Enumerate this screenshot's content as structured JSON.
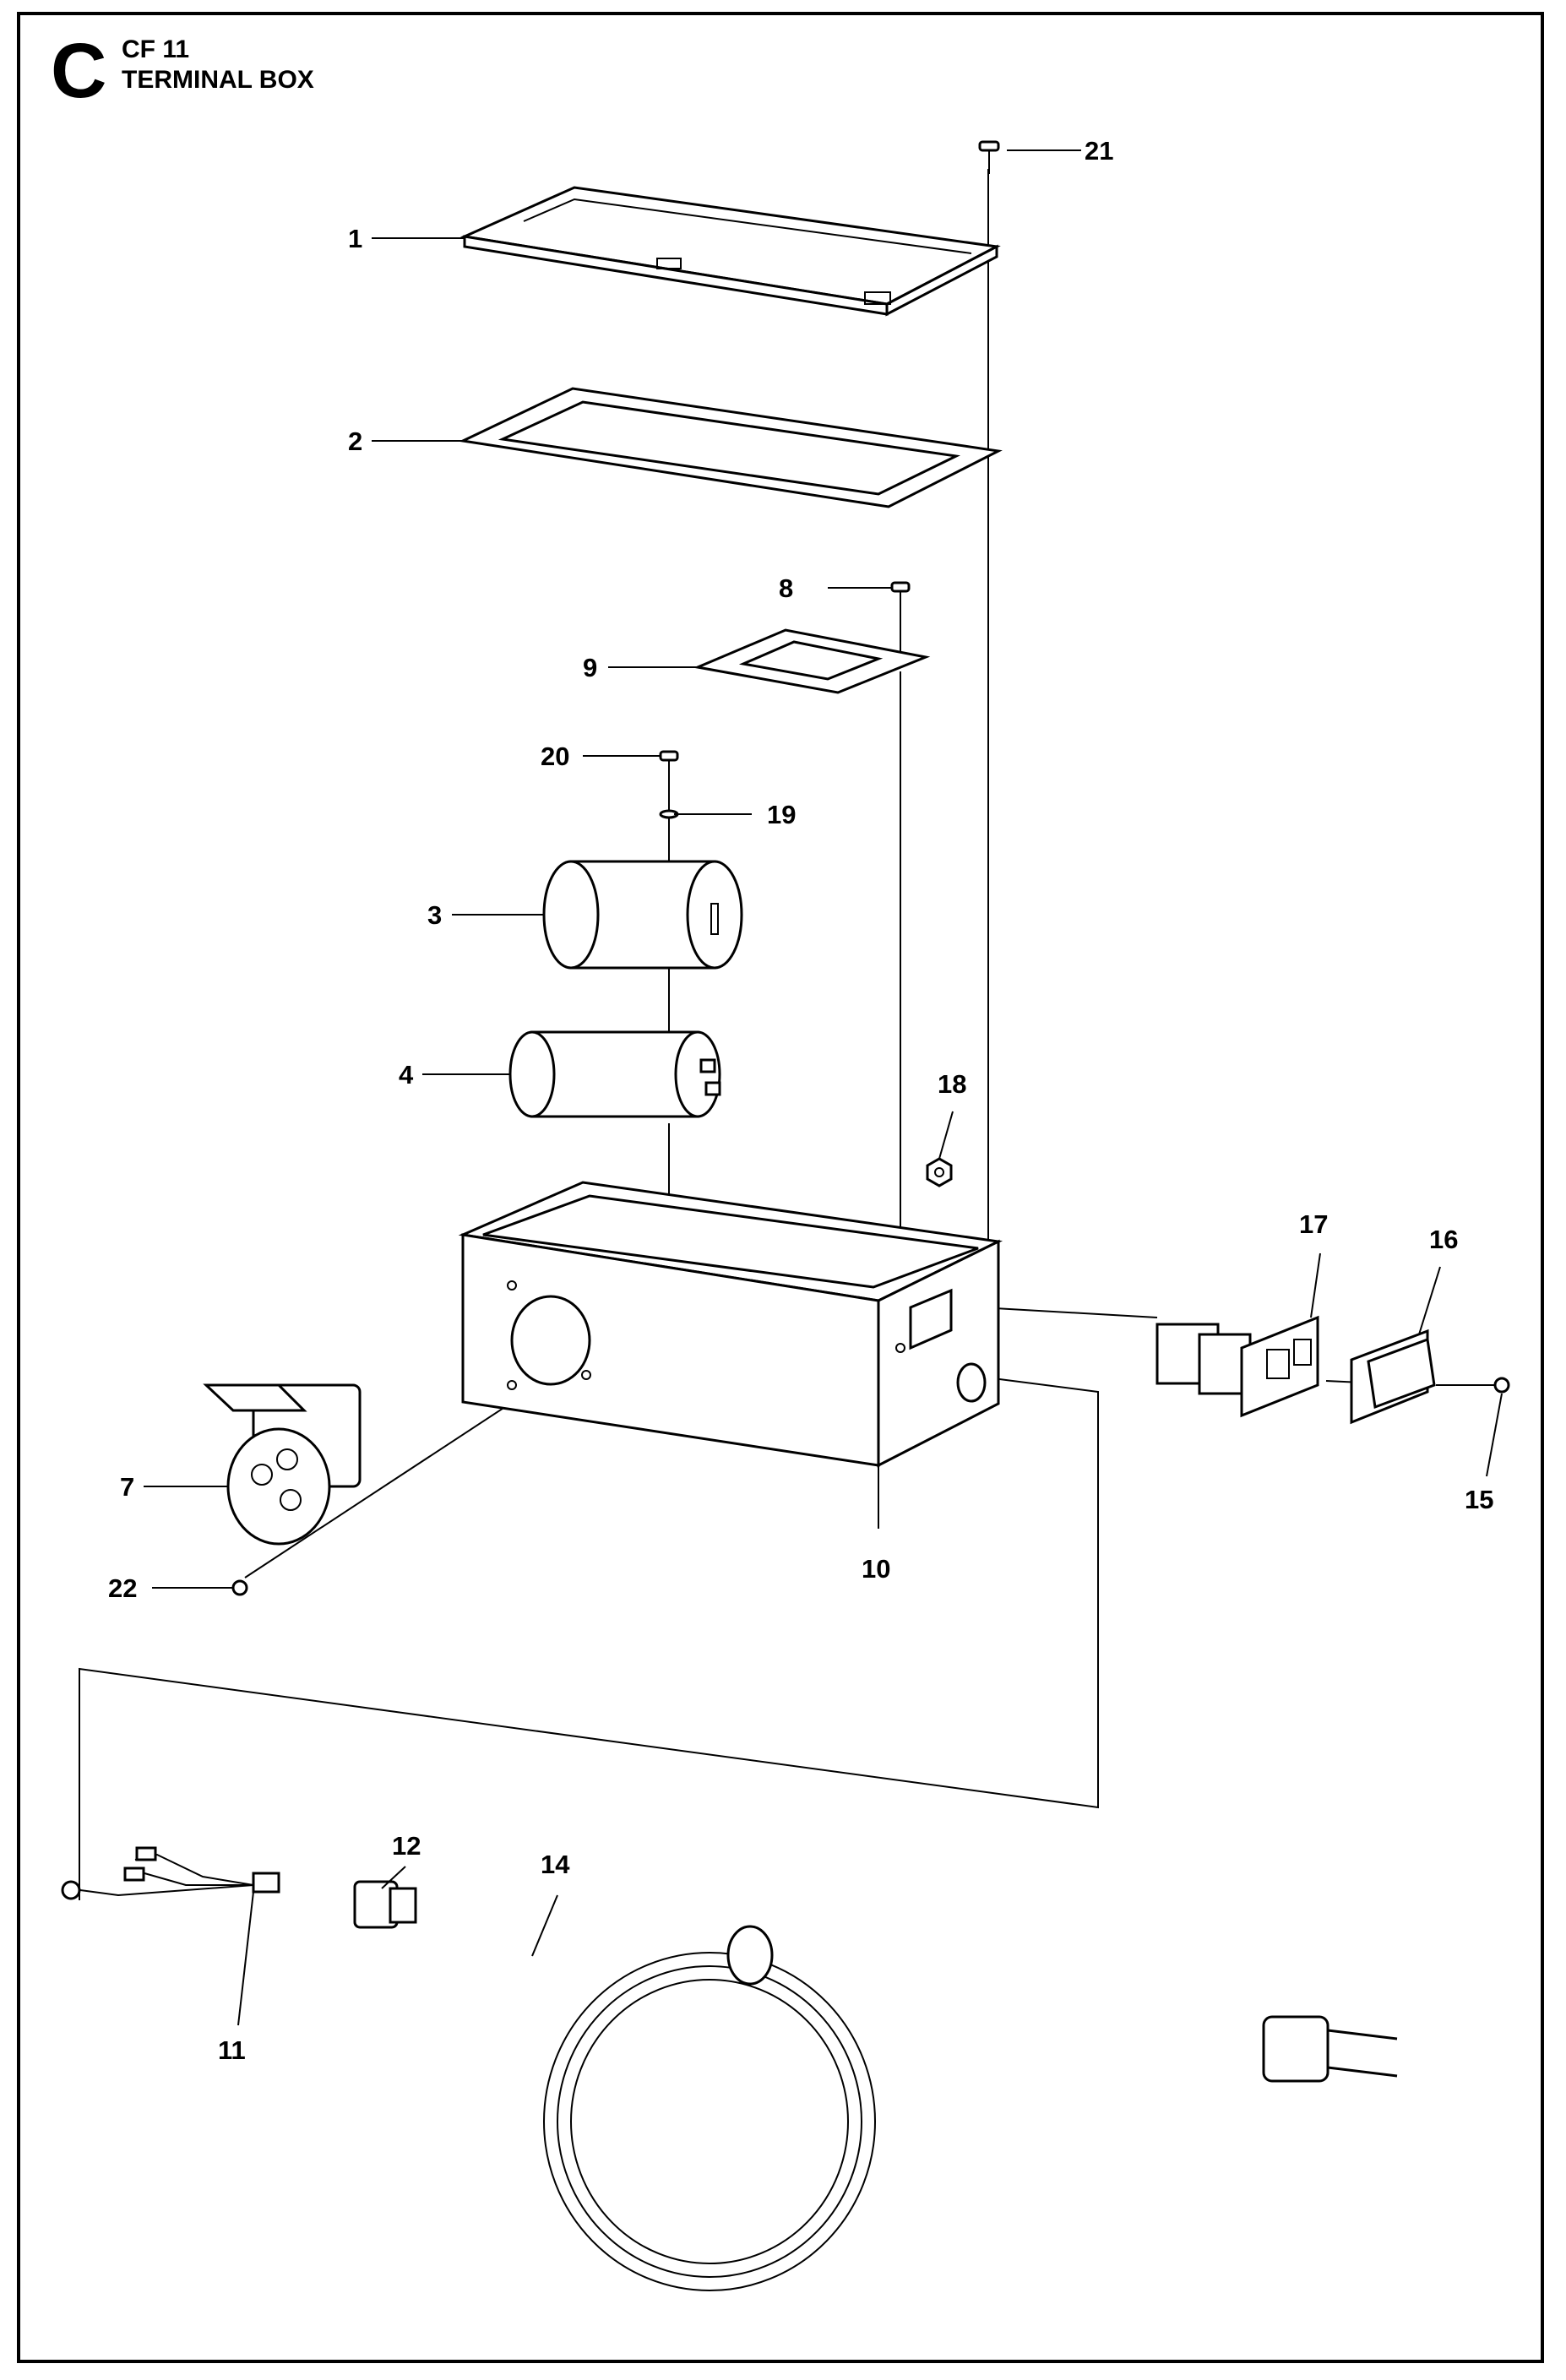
{
  "header": {
    "section_letter": "C",
    "model": "CF 11",
    "title": "TERMINAL BOX"
  },
  "callouts": {
    "c1": "1",
    "c2": "2",
    "c3": "3",
    "c4": "4",
    "c7": "7",
    "c8": "8",
    "c9": "9",
    "c10": "10",
    "c11": "11",
    "c12": "12",
    "c14": "14",
    "c15": "15",
    "c16": "16",
    "c17": "17",
    "c18": "18",
    "c19": "19",
    "c20": "20",
    "c21": "21",
    "c22": "22"
  },
  "colors": {
    "ink": "#000000",
    "paper": "#ffffff"
  }
}
